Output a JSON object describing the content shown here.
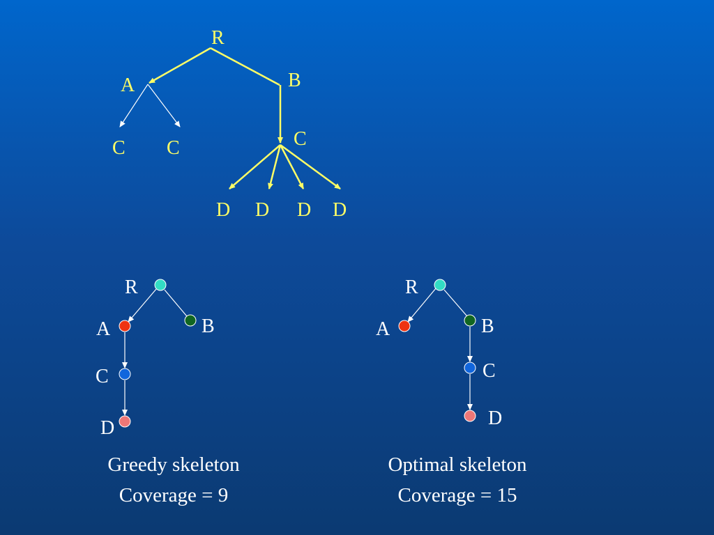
{
  "colors": {
    "top_tree": "#ffff66",
    "skeleton_edges": "#ffffff",
    "node_R": "#33ddc4",
    "node_A": "#ee3311",
    "node_B": "#116622",
    "node_C": "#1166dd",
    "node_D": "#ee7777"
  },
  "top_tree": {
    "labels": {
      "R": "R",
      "A": "A",
      "B": "B",
      "C_under_B": "C",
      "C_left": "C",
      "C_right": "C",
      "D1": "D",
      "D2": "D",
      "D3": "D",
      "D4": "D"
    }
  },
  "greedy": {
    "labels": {
      "R": "R",
      "A": "A",
      "B": "B",
      "C": "C",
      "D": "D"
    },
    "title": "Greedy skeleton",
    "coverage": "Coverage = 9"
  },
  "optimal": {
    "labels": {
      "R": "R",
      "A": "A",
      "B": "B",
      "C": "C",
      "D": "D"
    },
    "title": "Optimal skeleton",
    "coverage": "Coverage = 15"
  }
}
